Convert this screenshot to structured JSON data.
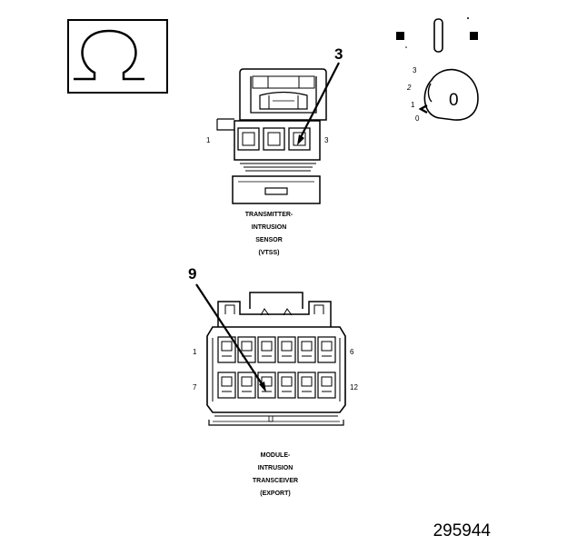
{
  "icon_box": {
    "symbol": "Ω",
    "icon": "ohmmeter-icon"
  },
  "ignition": {
    "icon": "ignition-key-icon",
    "positions": [
      "3",
      "2",
      "1",
      "0"
    ],
    "key_label": "0"
  },
  "connector_top": {
    "callout": "3",
    "pin_left": "1",
    "pin_right": "3",
    "caption": [
      "TRANSMITTER-",
      "INTRUSION",
      "SENSOR",
      "(VTSS)"
    ]
  },
  "connector_bottom": {
    "callout": "9",
    "pin_top_left": "1",
    "pin_top_right": "6",
    "pin_bottom_left": "7",
    "pin_bottom_right": "12",
    "caption": [
      "MODULE-",
      "INTRUSION",
      "TRANSCEIVER",
      "(EXPORT)"
    ]
  },
  "figure_id": "295944"
}
